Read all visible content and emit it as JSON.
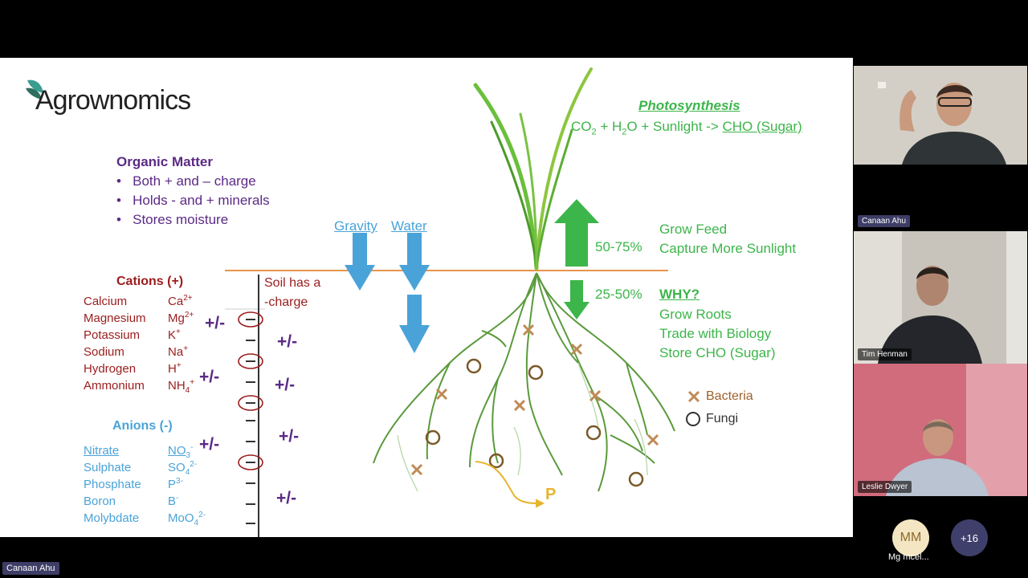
{
  "slide": {
    "logo_text": "Agrownomics",
    "organic_matter": {
      "title": "Organic Matter",
      "items": [
        "Both + and – charge",
        "Holds - and + minerals",
        "Stores moisture"
      ]
    },
    "cations": {
      "title": "Cations (+)",
      "rows": [
        {
          "name": "Calcium",
          "symbol": "Ca",
          "sup": "2+"
        },
        {
          "name": "Magnesium",
          "symbol": "Mg",
          "sup": "2+"
        },
        {
          "name": "Potassium",
          "symbol": "K",
          "sup": "+"
        },
        {
          "name": "Sodium",
          "symbol": "Na",
          "sup": "+"
        },
        {
          "name": "Hydrogen",
          "symbol": "H",
          "sup": "+"
        },
        {
          "name": "Ammonium",
          "symbol": "NH",
          "sub": "4",
          "sup": "+"
        }
      ]
    },
    "anions": {
      "title": "Anions (-)",
      "rows": [
        {
          "name": "Nitrate",
          "symbol": "NO",
          "sub": "3",
          "sup": "-"
        },
        {
          "name": "Sulphate",
          "symbol": "SO",
          "sub": "4",
          "sup": "2-"
        },
        {
          "name": "Phosphate",
          "symbol": "P",
          "sup": "3-"
        },
        {
          "name": "Boron",
          "symbol": "B",
          "sup": "-"
        },
        {
          "name": "Molybdate",
          "symbol": "MoO",
          "sub": "4",
          "sup": "2-"
        }
      ]
    },
    "soil_charge": {
      "line1": "Soil has a",
      "line2": "-charge"
    },
    "plus_minus": "+/-",
    "gravity_label": "Gravity",
    "water_label": "Water",
    "photosynthesis": {
      "title": "Photosynthesis",
      "eq_co": "CO",
      "eq_co_sub": "2",
      "eq_plus1": " + H",
      "eq_h_sub": "2",
      "eq_rest": "O + Sunlight -> ",
      "eq_product": "CHO (Sugar)"
    },
    "up_percent": "50-75%",
    "down_percent": "25-50%",
    "up_text": [
      "Grow Feed",
      "Capture More Sunlight"
    ],
    "why": {
      "title": "WHY?",
      "items": [
        "Grow Roots",
        "Trade with Biology",
        "Store CHO (Sugar)"
      ]
    },
    "legend": {
      "bacteria": "Bacteria",
      "fungi": "Fungi"
    },
    "p_label": "P"
  },
  "participants": [
    {
      "name": "Canaan Ahu"
    },
    {
      "name": "Tim Henman"
    },
    {
      "name": "Leslie Dwyer"
    }
  ],
  "avatar_mm": {
    "initials": "MM",
    "name": "Mg mcel..."
  },
  "avatar_more": {
    "count": "+16"
  },
  "presenter_label": "Canaan Ahu",
  "colors": {
    "purple": "#5b2a86",
    "darkred": "#9a1c1c",
    "blue": "#4aa3d8",
    "green": "#3cb54a",
    "brown": "#a0612a",
    "gold": "#e6b52e"
  }
}
